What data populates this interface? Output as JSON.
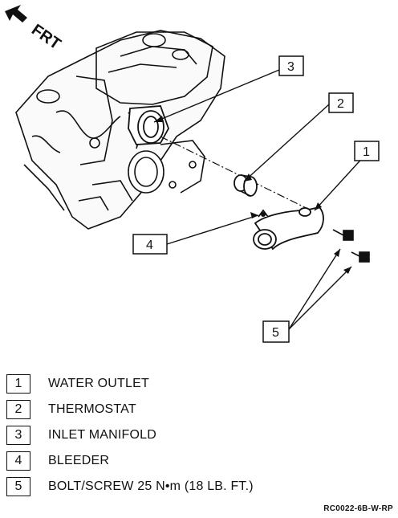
{
  "diagram": {
    "direction_label": "FRT",
    "callouts": [
      "1",
      "2",
      "3",
      "4",
      "5"
    ]
  },
  "legend": [
    {
      "num": "1",
      "label": "WATER OUTLET"
    },
    {
      "num": "2",
      "label": "THERMOSTAT"
    },
    {
      "num": "3",
      "label": "INLET MANIFOLD"
    },
    {
      "num": "4",
      "label": "BLEEDER"
    },
    {
      "num": "5",
      "label": "BOLT/SCREW 25 N•m (18 LB. FT.)"
    }
  ],
  "figure_code": "RC0022-6B-W-RP"
}
